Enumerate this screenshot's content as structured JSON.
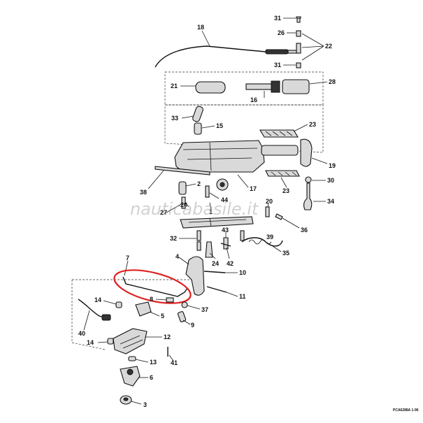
{
  "callouts": [
    {
      "id": "c31a",
      "text": "31"
    },
    {
      "id": "c26",
      "text": "26"
    },
    {
      "id": "c22",
      "text": "22"
    },
    {
      "id": "c18",
      "text": "18"
    },
    {
      "id": "c31b",
      "text": "31"
    },
    {
      "id": "c21",
      "text": "21"
    },
    {
      "id": "c28",
      "text": "28"
    },
    {
      "id": "c16",
      "text": "16"
    },
    {
      "id": "c33",
      "text": "33"
    },
    {
      "id": "c15",
      "text": "15"
    },
    {
      "id": "c23a",
      "text": "23"
    },
    {
      "id": "c19",
      "text": "19"
    },
    {
      "id": "c38",
      "text": "38"
    },
    {
      "id": "c2",
      "text": "2"
    },
    {
      "id": "c17",
      "text": "17"
    },
    {
      "id": "c23b",
      "text": "23"
    },
    {
      "id": "c30",
      "text": "30"
    },
    {
      "id": "c44",
      "text": "44"
    },
    {
      "id": "c20a",
      "text": "20"
    },
    {
      "id": "c20b",
      "text": "20"
    },
    {
      "id": "c27",
      "text": "27"
    },
    {
      "id": "c1",
      "text": "1"
    },
    {
      "id": "c34",
      "text": "34"
    },
    {
      "id": "c36",
      "text": "36"
    },
    {
      "id": "c43",
      "text": "43"
    },
    {
      "id": "c32",
      "text": "32"
    },
    {
      "id": "c39",
      "text": "39"
    },
    {
      "id": "c35",
      "text": "35"
    },
    {
      "id": "c4",
      "text": "4"
    },
    {
      "id": "c24",
      "text": "24"
    },
    {
      "id": "c42",
      "text": "42"
    },
    {
      "id": "c7",
      "text": "7"
    },
    {
      "id": "c10",
      "text": "10"
    },
    {
      "id": "c11",
      "text": "11"
    },
    {
      "id": "c8",
      "text": "8"
    },
    {
      "id": "c37",
      "text": "37"
    },
    {
      "id": "c14a",
      "text": "14"
    },
    {
      "id": "c5",
      "text": "5"
    },
    {
      "id": "c9",
      "text": "9"
    },
    {
      "id": "c40",
      "text": "40"
    },
    {
      "id": "c12",
      "text": "12"
    },
    {
      "id": "c14b",
      "text": "14"
    },
    {
      "id": "c13",
      "text": "13"
    },
    {
      "id": "c41",
      "text": "41"
    },
    {
      "id": "c6",
      "text": "6"
    },
    {
      "id": "c3",
      "text": "3"
    }
  ],
  "watermark": "nauticabasile.it",
  "drawing_code": "PCA6288A  1-96",
  "highlight_color": "#e02020"
}
